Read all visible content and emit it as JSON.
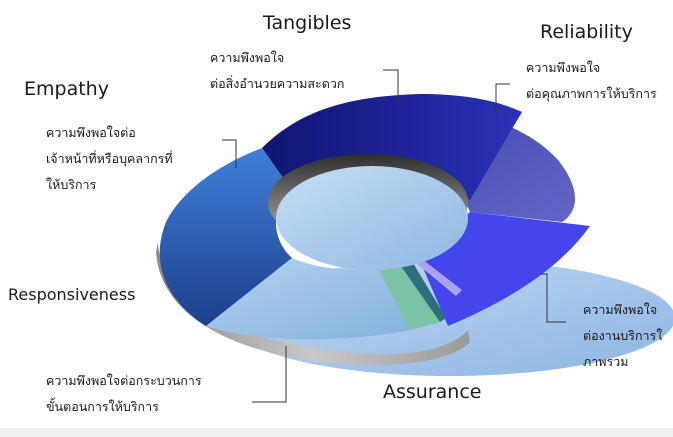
{
  "segments": {
    "tangibles": {
      "title": "Tangibles",
      "note": [
        "ความพึงพอใจ",
        "ต่อสิ่งอำนวยความสะดวก"
      ],
      "color": "#1e23a0"
    },
    "reliability": {
      "title": "Reliability",
      "note": [
        "ความพึงพอใจ",
        "ต่อคุณภาพการให้บริการ"
      ],
      "color": "#4a4fb6"
    },
    "empathy": {
      "title": "Empathy",
      "note": [
        "ความพึงพอใจต่อ",
        "เจ้าหน้าที่หรือบุคลากรที่",
        "ให้บริการ"
      ],
      "color": "#2d63c3"
    },
    "responsiveness": {
      "title": "Responsiveness",
      "note": [
        "ความพึงพอใจต่อกระบวนการ",
        "ขั้นตอนการให้บริการ"
      ],
      "color": "#8fbbe4"
    },
    "assurance": {
      "title": "Assurance",
      "note": [
        "ความพึงพอใจ",
        "ต่องานบริการใ",
        "ภาพรวม"
      ],
      "color": "#4545ee"
    }
  }
}
